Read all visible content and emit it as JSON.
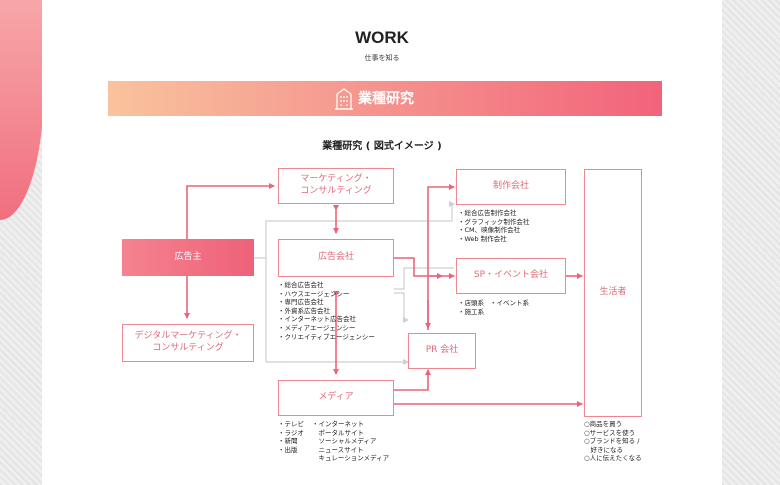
{
  "header": {
    "title": "WORK",
    "subtitle": "仕事を知る"
  },
  "banner": {
    "label": "業種研究",
    "icon": "building-icon"
  },
  "diagram": {
    "title": "業種研究 ( 図式イメージ )",
    "nodes": {
      "advertiser": "広告主",
      "marketing": "マーケティング・\nコンサルティング",
      "agency": "広告会社",
      "digital": "デジタルマーケティング・\nコンサルティング",
      "media": "メディア",
      "production": "制作会社",
      "sp_event": "SP・イベント会社",
      "pr": "PR 会社",
      "consumer": "生活者"
    },
    "lists": {
      "production": [
        "・総合広告制作会社",
        "・グラフィック制作会社",
        "・CM、映像制作会社",
        "・Web 制作会社"
      ],
      "agency": [
        "・総合広告会社",
        "・ハウスエージェンシー",
        "・専門広告会社",
        "・外資系広告会社",
        "・インターネット広告会社",
        "・メディアエージェンシー",
        "・クリエイティブエージェンシー"
      ],
      "sp_left": [
        "・店頭系",
        "・施工系"
      ],
      "sp_right": [
        "・イベント系"
      ],
      "media_col1": [
        "・テレビ",
        "・ラジオ",
        "・新聞",
        "・出版"
      ],
      "media_col2": [
        "・インターネット",
        "　ポータルサイト",
        "　ソーシャルメディア",
        "　ニュースサイト",
        "　キュレーションメディア"
      ],
      "consumer": [
        "○商品を買う",
        "○サービスを使う",
        "○ブランドを知る /",
        "　好きになる",
        "○人に伝えたくなる"
      ]
    },
    "colors": {
      "accent": "#ec6479",
      "line_gray": "#cfcfcf",
      "box_border": "#ef8791"
    }
  }
}
